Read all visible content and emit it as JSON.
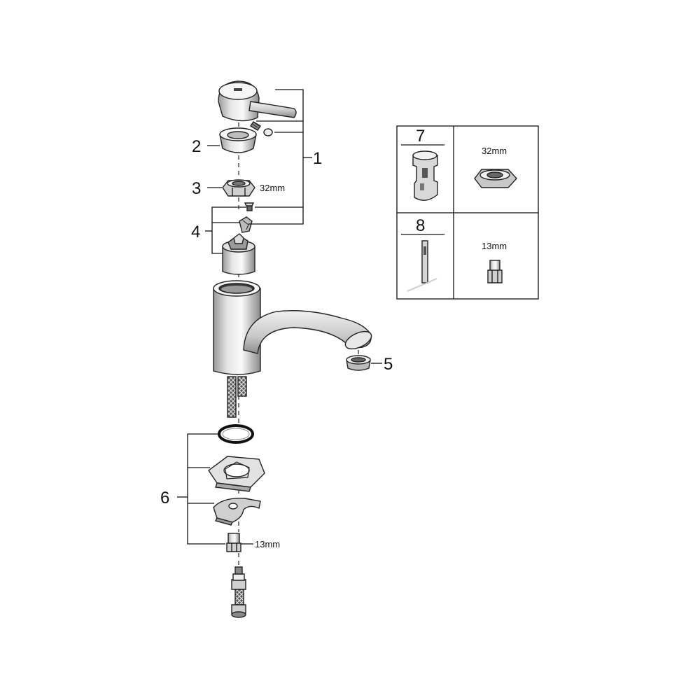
{
  "callouts": {
    "c1": "1",
    "c2": "2",
    "c3": "3",
    "c4": "4",
    "c5": "5",
    "c6": "6"
  },
  "dimensions": {
    "cap_nut": "32mm",
    "nipple": "13mm"
  },
  "tools_table": {
    "row1": {
      "number": "7",
      "dimension": "32mm"
    },
    "row2": {
      "number": "8",
      "dimension": "13mm"
    }
  }
}
